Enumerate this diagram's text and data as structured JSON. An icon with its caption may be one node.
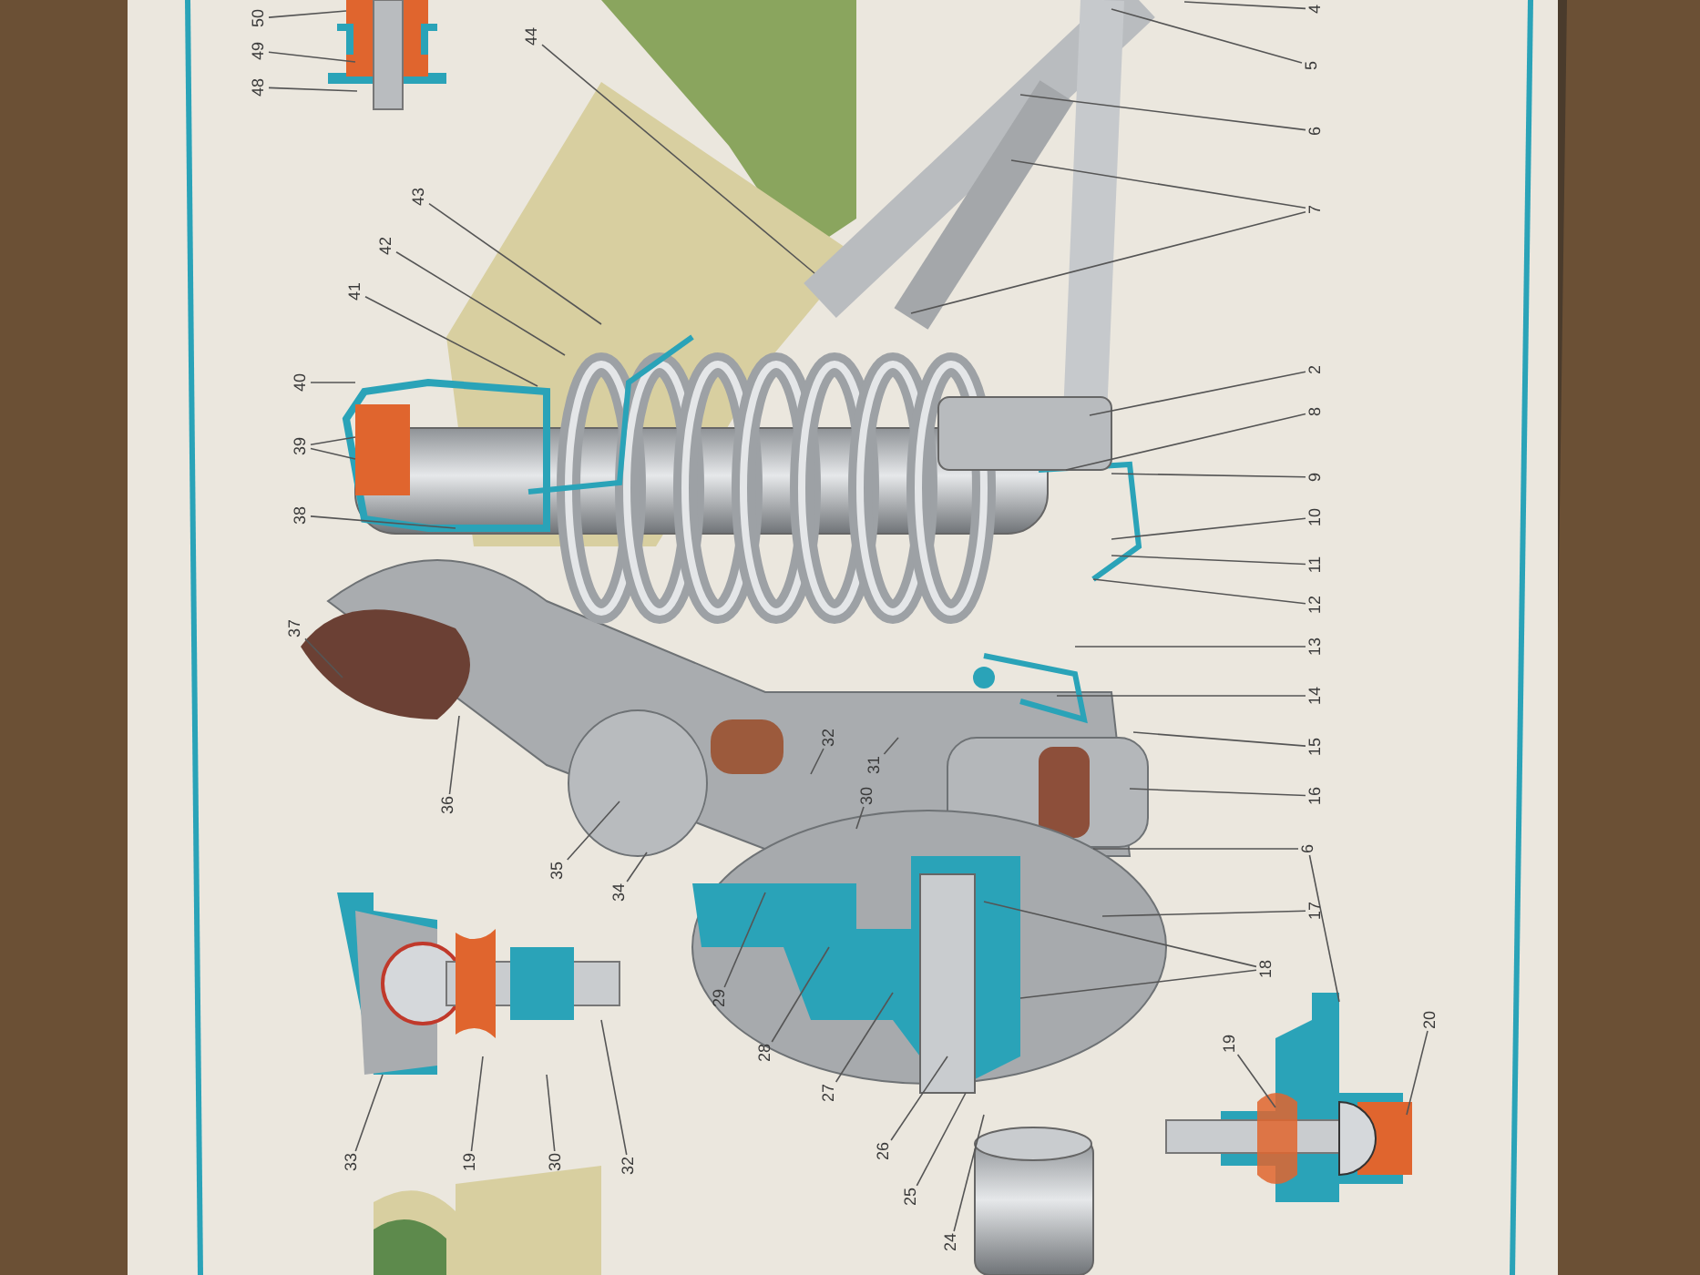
{
  "diagram": {
    "nodes": [
      {
        "text": [
          "50"
        ]
      },
      {
        "text": [
          "49"
        ]
      },
      {
        "text": [
          "48"
        ]
      },
      {
        "text": [
          "44"
        ]
      },
      {
        "text": [
          "4"
        ]
      },
      {
        "text": [
          "5"
        ]
      },
      {
        "text": [
          "6"
        ]
      },
      {
        "text": [
          "7"
        ]
      },
      {
        "text": [
          "43"
        ]
      },
      {
        "text": [
          "42"
        ]
      },
      {
        "text": [
          "41"
        ]
      },
      {
        "text": [
          "2"
        ]
      },
      {
        "text": [
          "40"
        ]
      },
      {
        "text": [
          "8"
        ]
      },
      {
        "text": [
          "39"
        ]
      },
      {
        "text": [
          "9"
        ]
      },
      {
        "text": [
          "10"
        ]
      },
      {
        "text": [
          "38"
        ]
      },
      {
        "text": [
          "11"
        ]
      },
      {
        "text": [
          "12"
        ]
      },
      {
        "text": [
          "37"
        ]
      },
      {
        "text": [
          "13"
        ]
      },
      {
        "text": [
          "14"
        ]
      },
      {
        "text": [
          "32"
        ]
      },
      {
        "text": [
          "15"
        ]
      },
      {
        "text": [
          "31"
        ]
      },
      {
        "text": [
          "30"
        ]
      },
      {
        "text": [
          "16"
        ]
      },
      {
        "text": [
          "36"
        ]
      },
      {
        "text": [
          "6"
        ]
      },
      {
        "text": [
          "35"
        ]
      },
      {
        "text": [
          "34"
        ]
      },
      {
        "text": [
          "17"
        ]
      },
      {
        "text": [
          "18"
        ]
      },
      {
        "text": [
          "29"
        ]
      },
      {
        "text": [
          "19"
        ]
      },
      {
        "text": [
          "20"
        ]
      },
      {
        "text": [
          "28"
        ]
      },
      {
        "text": [
          "27"
        ]
      },
      {
        "text": [
          "26"
        ]
      },
      {
        "text": [
          "25"
        ]
      },
      {
        "text": [
          "24"
        ]
      },
      {
        "text": [
          "33"
        ]
      },
      {
        "text": [
          "19"
        ]
      },
      {
        "text": [
          "30"
        ]
      },
      {
        "text": [
          "32"
        ]
      }
    ],
    "edges": [
      {
        "from": 0,
        "to": null,
        "arrow": "none"
      },
      {
        "from": 1,
        "to": null,
        "arrow": "none"
      },
      {
        "from": 2,
        "to": null,
        "arrow": "none"
      },
      {
        "from": 3,
        "to": null,
        "arrow": "none"
      },
      {
        "from": 4,
        "to": null,
        "arrow": "none"
      },
      {
        "from": 5,
        "to": null,
        "arrow": "none"
      },
      {
        "from": 6,
        "to": null,
        "arrow": "none"
      },
      {
        "from": 7,
        "to": null,
        "arrow": "none"
      },
      {
        "from": 7,
        "to": null,
        "arrow": "none"
      },
      {
        "from": 8,
        "to": null,
        "arrow": "none"
      },
      {
        "from": 9,
        "to": null,
        "arrow": "none"
      },
      {
        "from": 10,
        "to": null,
        "arrow": "none"
      },
      {
        "from": 11,
        "to": null,
        "arrow": "none"
      },
      {
        "from": 12,
        "to": null,
        "arrow": "none"
      },
      {
        "from": 13,
        "to": null,
        "arrow": "none"
      },
      {
        "from": 14,
        "to": null,
        "arrow": "none"
      },
      {
        "from": 14,
        "to": null,
        "arrow": "none"
      },
      {
        "from": 15,
        "to": null,
        "arrow": "none"
      },
      {
        "from": 16,
        "to": null,
        "arrow": "none"
      },
      {
        "from": 17,
        "to": null,
        "arrow": "none"
      },
      {
        "from": 18,
        "to": null,
        "arrow": "none"
      },
      {
        "from": 19,
        "to": null,
        "arrow": "none"
      },
      {
        "from": 20,
        "to": null,
        "arrow": "none"
      },
      {
        "from": 21,
        "to": null,
        "arrow": "none"
      },
      {
        "from": 22,
        "to": null,
        "arrow": "none"
      },
      {
        "from": 23,
        "to": null,
        "arrow": "none"
      },
      {
        "from": 24,
        "to": null,
        "arrow": "none"
      },
      {
        "from": 25,
        "to": null,
        "arrow": "none"
      },
      {
        "from": 26,
        "to": null,
        "arrow": "none"
      },
      {
        "from": 27,
        "to": null,
        "arrow": "none"
      },
      {
        "from": 28,
        "to": null,
        "arrow": "none"
      },
      {
        "from": 29,
        "to": null,
        "arrow": "none"
      },
      {
        "from": 29,
        "to": null,
        "arrow": "none"
      },
      {
        "from": 30,
        "to": null,
        "arrow": "none"
      },
      {
        "from": 31,
        "to": null,
        "arrow": "none"
      },
      {
        "from": 32,
        "to": null,
        "arrow": "none"
      },
      {
        "from": 33,
        "to": null,
        "arrow": "none"
      },
      {
        "from": 33,
        "to": null,
        "arrow": "none"
      },
      {
        "from": 34,
        "to": null,
        "arrow": "none"
      },
      {
        "from": 35,
        "to": null,
        "arrow": "none"
      },
      {
        "from": 36,
        "to": null,
        "arrow": "none"
      },
      {
        "from": 37,
        "to": null,
        "arrow": "none"
      },
      {
        "from": 38,
        "to": null,
        "arrow": "none"
      },
      {
        "from": 39,
        "to": null,
        "arrow": "none"
      },
      {
        "from": 40,
        "to": null,
        "arrow": "none"
      },
      {
        "from": 41,
        "to": null,
        "arrow": "none"
      },
      {
        "from": 42,
        "to": null,
        "arrow": "none"
      },
      {
        "from": 43,
        "to": null,
        "arrow": "none"
      },
      {
        "from": 44,
        "to": null,
        "arrow": "none"
      },
      {
        "from": 45,
        "to": null,
        "arrow": "none"
      }
    ]
  }
}
